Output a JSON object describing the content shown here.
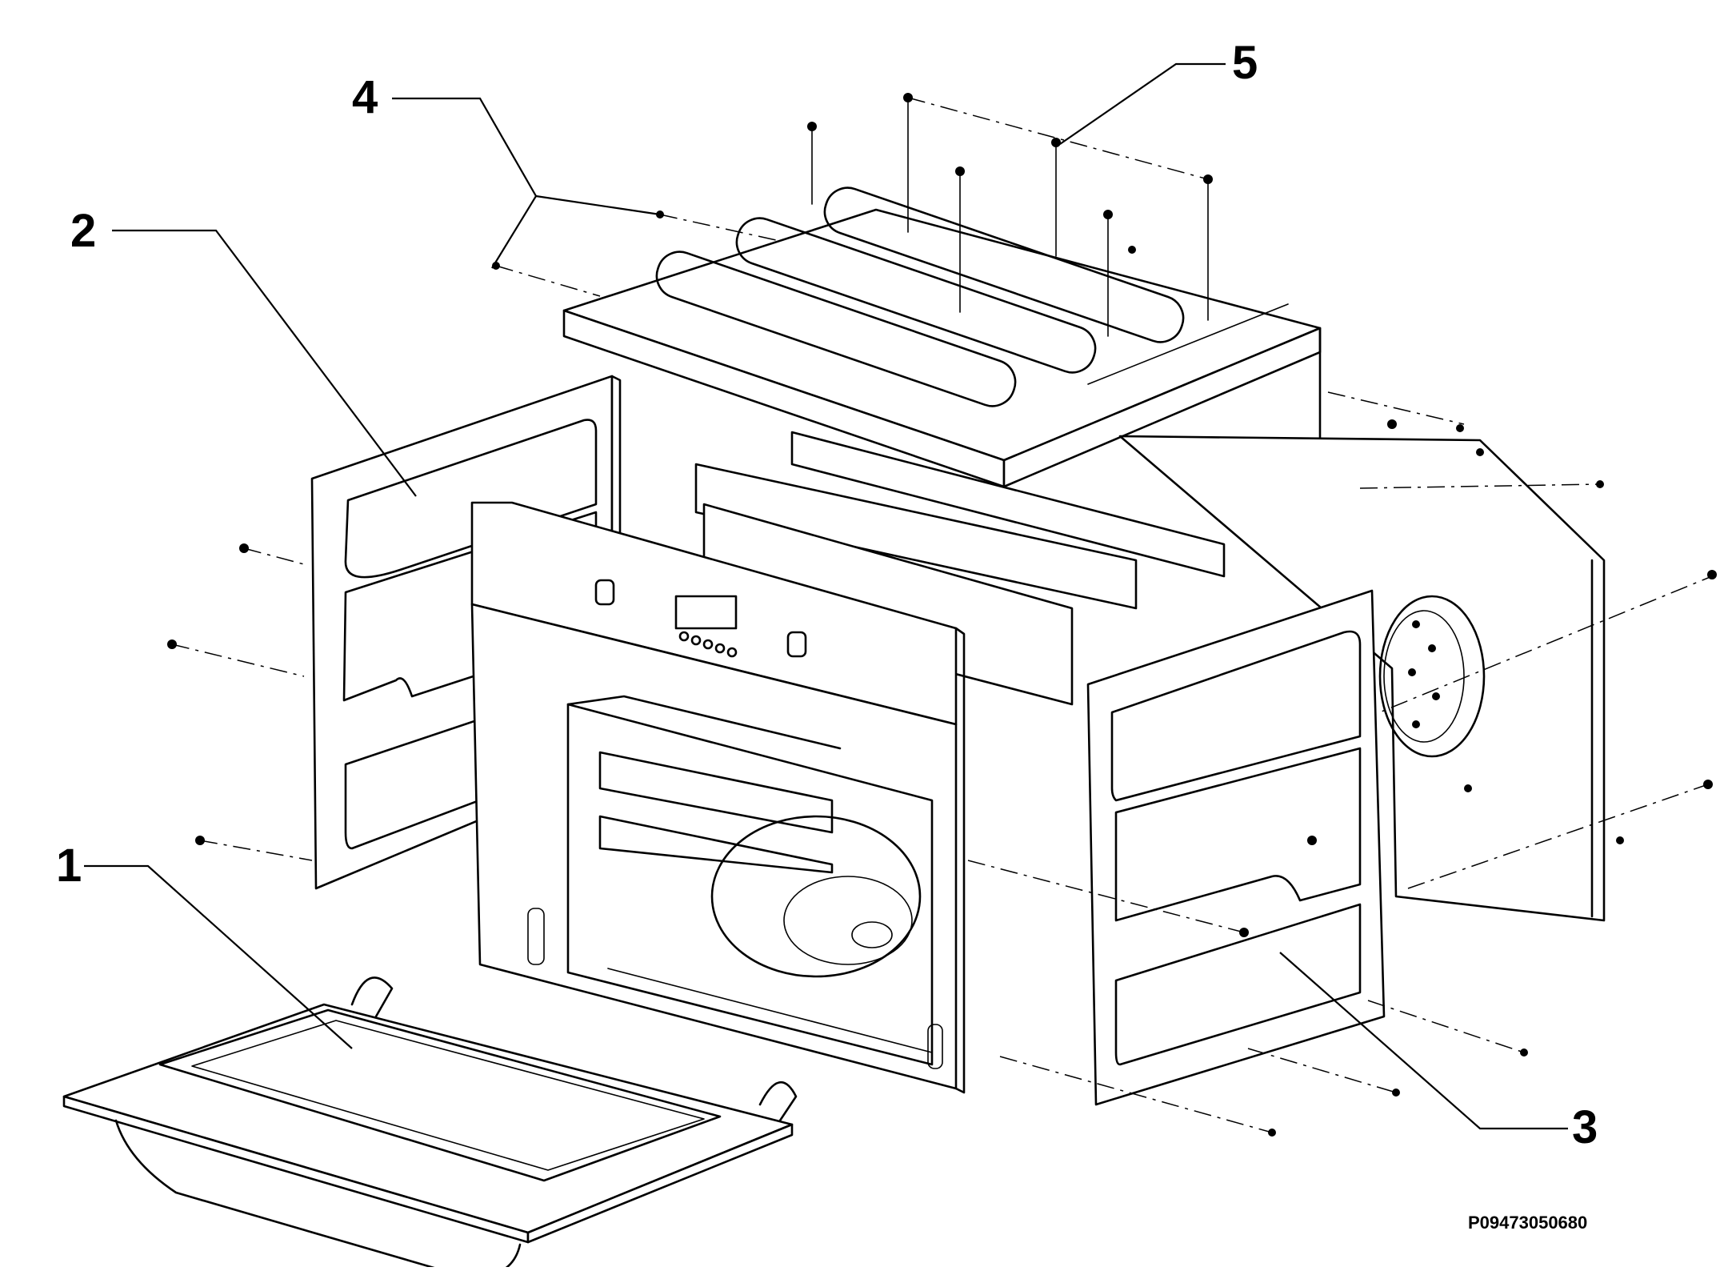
{
  "diagram": {
    "reference_code": "P09473050680",
    "callouts": [
      {
        "id": "1",
        "label": "1"
      },
      {
        "id": "2",
        "label": "2"
      },
      {
        "id": "3",
        "label": "3"
      },
      {
        "id": "4",
        "label": "4"
      },
      {
        "id": "5",
        "label": "5"
      }
    ],
    "colors": {
      "line": "#000000",
      "background": "#ffffff"
    }
  }
}
